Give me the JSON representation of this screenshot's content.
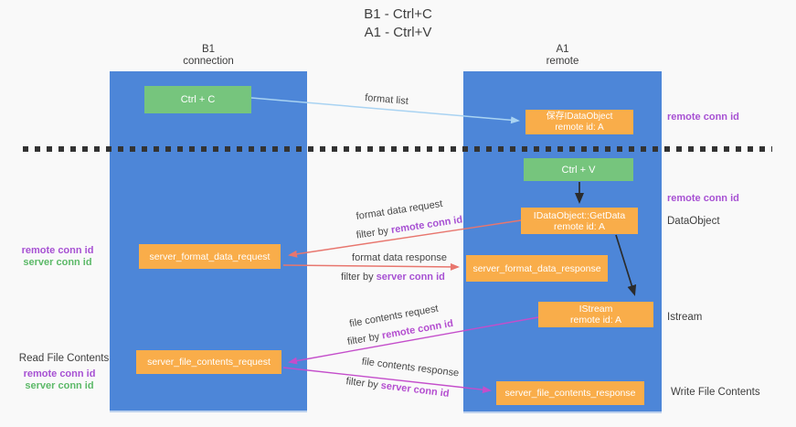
{
  "title": {
    "line1": "B1 - Ctrl+C",
    "line2": "A1 - Ctrl+V"
  },
  "colors": {
    "background": "#f9f9f9",
    "lane_blue": "#4d86d8",
    "node_green": "#76c57d",
    "node_orange": "#f9ad4a",
    "arrow_lightblue": "#a9d3f2",
    "arrow_red": "#e8766e",
    "arrow_magenta": "#c44ecb",
    "arrow_black": "#2b2b2b",
    "text_purple": "#a751d3",
    "text_green": "#5cb968",
    "text_dark": "#3d3d3d",
    "dash_line": "#333333"
  },
  "lanes": {
    "b1": {
      "name": "B1",
      "subtitle": "connection"
    },
    "a1": {
      "name": "A1",
      "subtitle": "remote"
    }
  },
  "nodes": {
    "ctrl_c": {
      "label": "Ctrl + C"
    },
    "ctrl_v": {
      "label": "Ctrl + V"
    },
    "save_idataobject": {
      "line1": "保存IDataObject",
      "line2": "remote id: A"
    },
    "getdata": {
      "line1": "IDataObject::GetData",
      "line2": "remote id: A"
    },
    "istream": {
      "line1": "IStream",
      "line2": "remote id: A"
    },
    "server_format_data_request": {
      "label": "server_format_data_request"
    },
    "server_format_data_response": {
      "label": "server_format_data_response"
    },
    "server_file_contents_request": {
      "label": "server_file_contents_request"
    },
    "server_file_contents_response": {
      "label": "server_file_contents_response"
    }
  },
  "shared": {
    "remote_conn_id": "remote conn id",
    "server_conn_id": "server conn id"
  },
  "annotations": {
    "right_dataobject": "DataObject",
    "right_istream": "Istream",
    "right_write_file_contents": "Write File Contents",
    "left_read_file_contents": "Read File Contents"
  },
  "arrow_labels": {
    "format_list": "format list",
    "format_data_request": "format data request",
    "format_data_response": "format data response",
    "file_contents_request": "file contents request",
    "file_contents_response": "file contents response",
    "filter_by": "filter by "
  }
}
